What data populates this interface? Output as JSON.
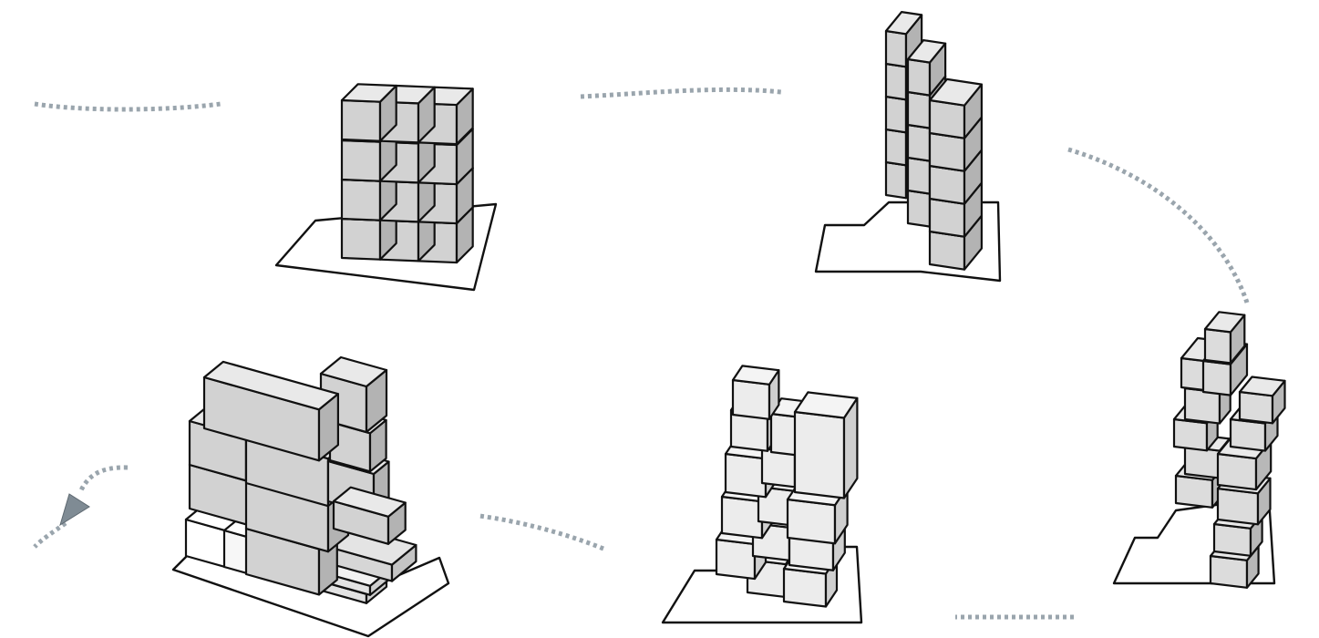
{
  "diagram": {
    "stages": [
      {
        "id": 1,
        "label": ""
      },
      {
        "id": 2,
        "label": ""
      },
      {
        "id": 3,
        "label": ""
      },
      {
        "id": 4,
        "label": ""
      },
      {
        "id": 5,
        "label": ""
      }
    ],
    "colors": {
      "background": "#ffffff",
      "stroke": "#111111",
      "face_top": "#e9e9e9",
      "face_front": "#d2d2d2",
      "face_side": "#b3b3b3",
      "connector": "#9aa5ad"
    },
    "connector_style": "dotted",
    "end_marker": "arrowhead-icon"
  }
}
